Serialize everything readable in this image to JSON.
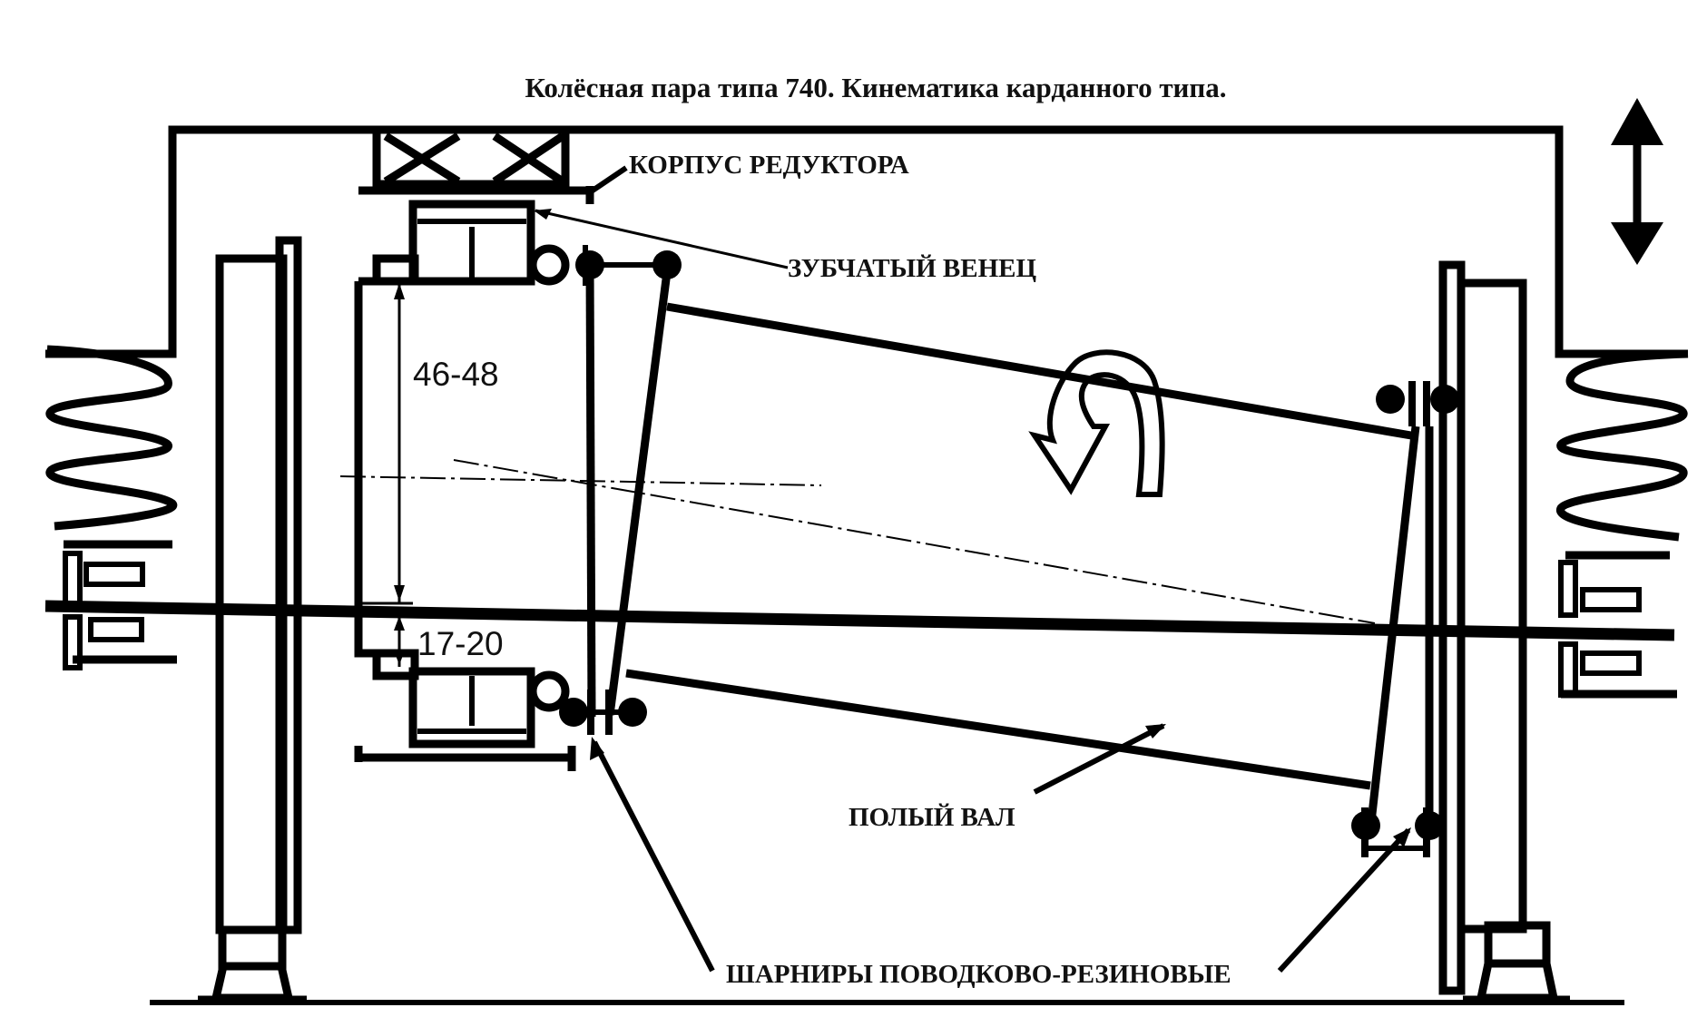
{
  "diagram": {
    "title": "Колёсная пара типа 740.  Кинематика  карданного типа.",
    "labels": {
      "gearbox_housing": "КОРПУС РЕДУКТОРА",
      "ring_gear": "ЗУБЧАТЫЙ ВЕНЕЦ",
      "hollow_shaft": "ПОЛЫЙ ВАЛ",
      "joints": "ШАРНИРЫ ПОВОДКОВО-РЕЗИНОВЫЕ"
    },
    "dimensions": {
      "upper": "46-48",
      "lower": "17-20"
    },
    "icons": [
      "double-arrow-vertical-icon",
      "rotation-arrow-icon"
    ]
  }
}
